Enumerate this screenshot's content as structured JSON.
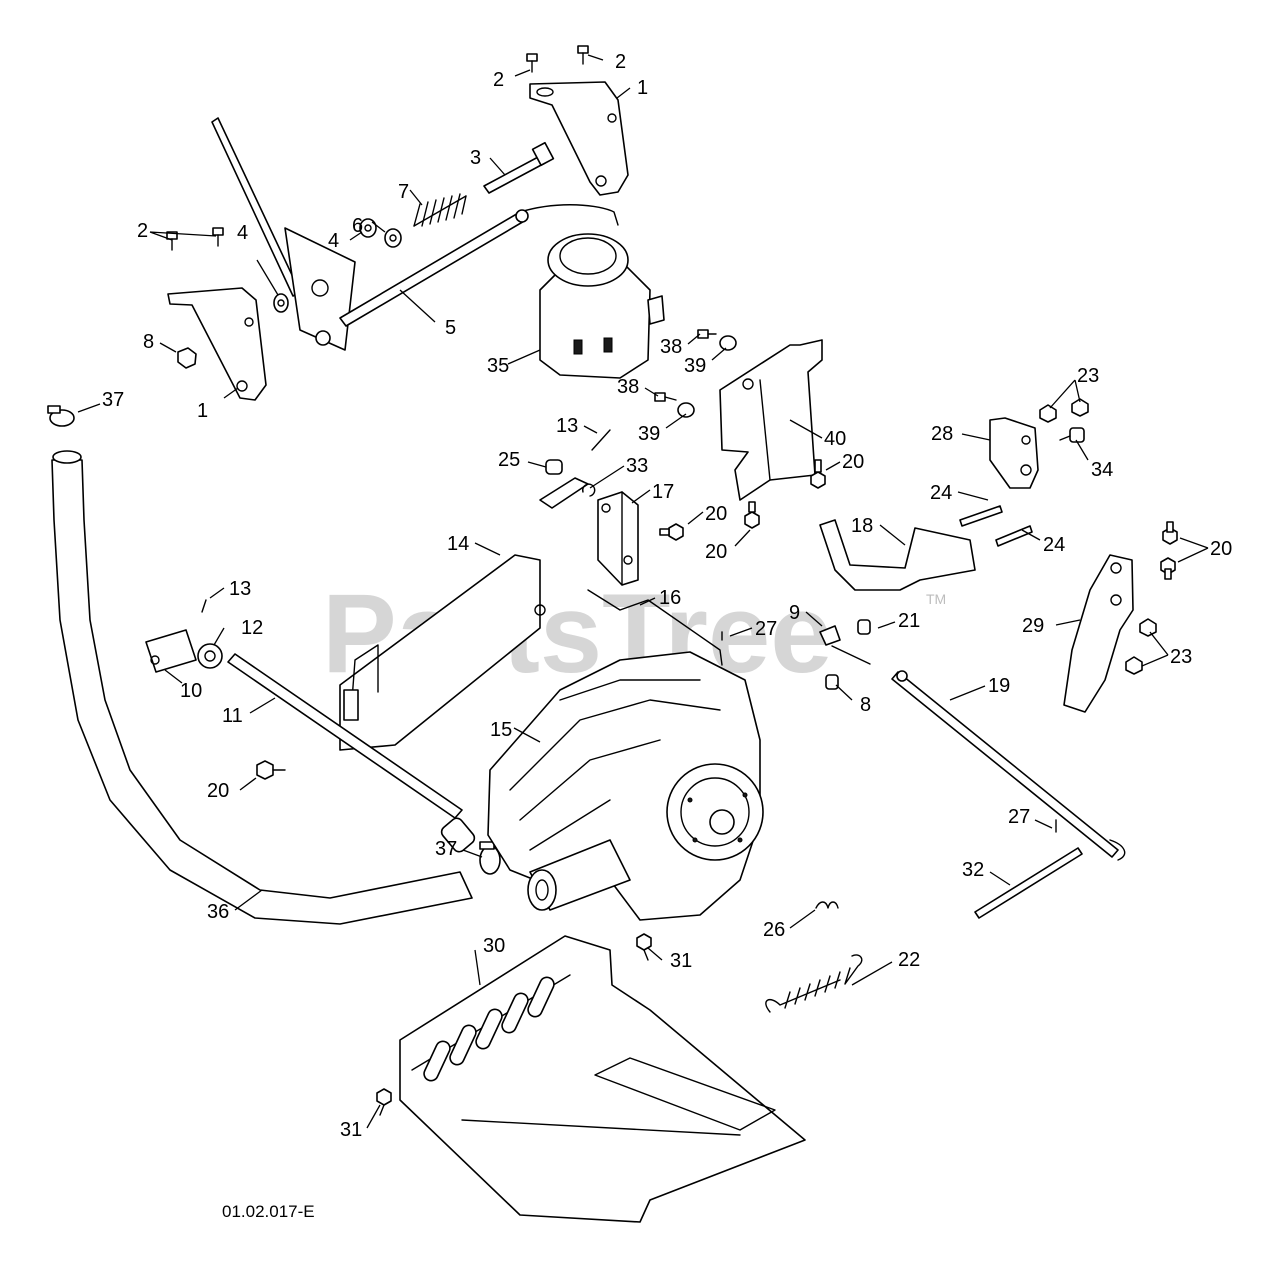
{
  "watermark": {
    "text": "PartsTree",
    "mark": "TM"
  },
  "drawing_code": "01.02.017-E",
  "callouts": [
    "1",
    "1",
    "2",
    "2",
    "2",
    "3",
    "4",
    "4",
    "5",
    "6",
    "7",
    "8",
    "8",
    "9",
    "10",
    "11",
    "12",
    "13",
    "13",
    "14",
    "15",
    "16",
    "17",
    "18",
    "19",
    "20",
    "20",
    "20",
    "20",
    "20",
    "21",
    "22",
    "23",
    "23",
    "24",
    "24",
    "25",
    "26",
    "27",
    "27",
    "28",
    "29",
    "30",
    "31",
    "31",
    "32",
    "33",
    "34",
    "35",
    "36",
    "37",
    "37",
    "38",
    "38",
    "39",
    "39",
    "40"
  ]
}
